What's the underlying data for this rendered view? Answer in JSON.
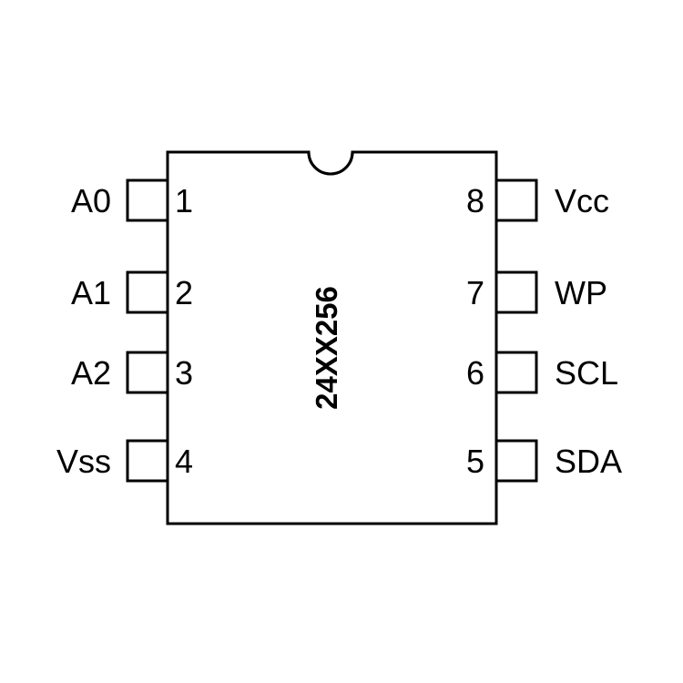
{
  "chip": {
    "part_number": "24XX256",
    "left_pins": [
      {
        "number": "1",
        "name": "A0"
      },
      {
        "number": "2",
        "name": "A1"
      },
      {
        "number": "3",
        "name": "A2"
      },
      {
        "number": "4",
        "name": "Vss"
      }
    ],
    "right_pins": [
      {
        "number": "8",
        "name": "Vcc"
      },
      {
        "number": "7",
        "name": "WP"
      },
      {
        "number": "6",
        "name": "SCL"
      },
      {
        "number": "5",
        "name": "SDA"
      }
    ]
  }
}
